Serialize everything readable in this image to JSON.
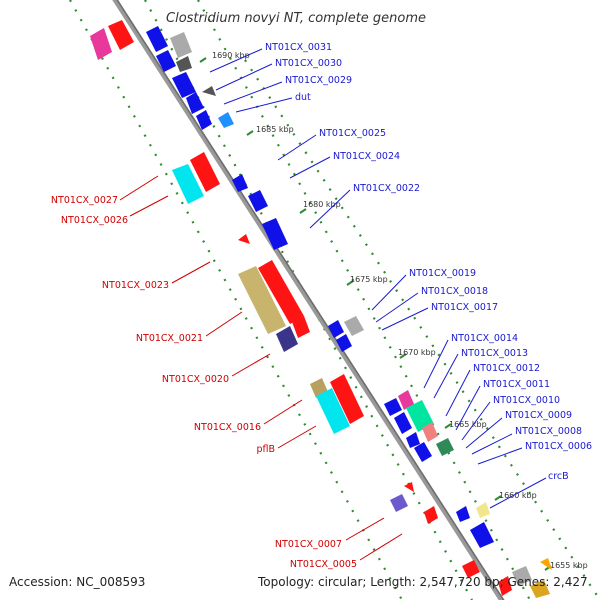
{
  "title": "Clostridium novyi NT, complete genome",
  "footer": {
    "accession": "Accession: NC_008593",
    "info": "Topology: circular; Length: 2,547,720 bp; Genes: 2,427"
  },
  "ticks": [
    "1690 kbp",
    "1685 kbp",
    "1680 kbp",
    "1675 kbp",
    "1670 kbp",
    "1665 kbp",
    "1660 kbp",
    "1655 kbp"
  ],
  "labels_forward": [
    "NT01CX_0031",
    "NT01CX_0030",
    "NT01CX_0029",
    "dut",
    "NT01CX_0025",
    "NT01CX_0024",
    "NT01CX_0022",
    "NT01CX_0019",
    "NT01CX_0018",
    "NT01CX_0017",
    "NT01CX_0014",
    "NT01CX_0013",
    "NT01CX_0012",
    "NT01CX_0011",
    "NT01CX_0010",
    "NT01CX_0009",
    "NT01CX_0008",
    "NT01CX_0006",
    "crcB"
  ],
  "labels_reverse": [
    "NT01CX_0027",
    "NT01CX_0026",
    "NT01CX_0023",
    "NT01CX_0021",
    "NT01CX_0020",
    "NT01CX_0016",
    "pflB",
    "NT01CX_0007",
    "NT01CX_0005"
  ],
  "colors": {
    "forward_label": "#1a1ad0",
    "reverse_label": "#d00000",
    "backbone": "#999999",
    "dots": "#2e8b2e"
  }
}
